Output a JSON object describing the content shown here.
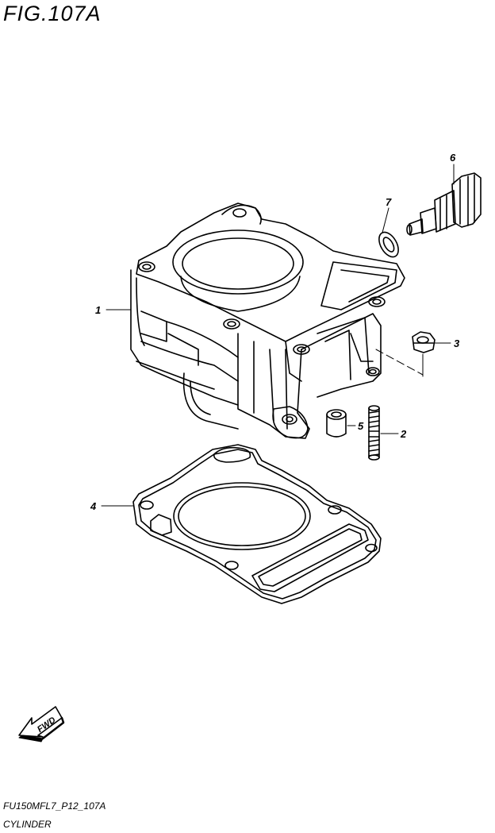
{
  "figure": {
    "title": "FIG.107A",
    "code": "FU150MFL7_P12_107A",
    "name": "CYLINDER"
  },
  "callouts": [
    {
      "id": "part-1",
      "label": "1"
    },
    {
      "id": "part-2",
      "label": "2"
    },
    {
      "id": "part-3",
      "label": "3"
    },
    {
      "id": "part-4",
      "label": "4"
    },
    {
      "id": "part-5",
      "label": "5"
    },
    {
      "id": "part-6",
      "label": "6"
    },
    {
      "id": "part-7",
      "label": "7"
    }
  ],
  "direction_arrow": {
    "label": "FWD",
    "icon": "fwd-arrow-icon"
  }
}
